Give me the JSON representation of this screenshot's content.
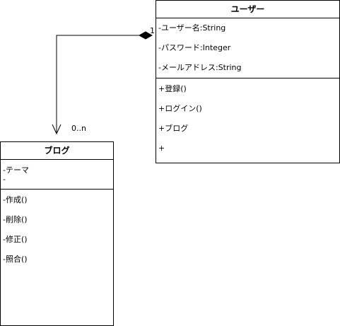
{
  "classes": {
    "user": {
      "name": "ユーザー",
      "attributes": [
        "-ユーザー名:String",
        "-パスワード:Integer",
        "-メールアドレス:String"
      ],
      "operations": [
        "+登録()",
        "+ログイン()",
        "+ブログ",
        "+"
      ]
    },
    "blog": {
      "name": "ブログ",
      "attributes": [
        "-テーマ",
        "-"
      ],
      "operations": [
        "-作成()",
        "-削除()",
        "-修正()",
        "-照合()"
      ]
    }
  },
  "association": {
    "type": "composition",
    "source_multiplicity": "1",
    "target_multiplicity": "0..n"
  }
}
